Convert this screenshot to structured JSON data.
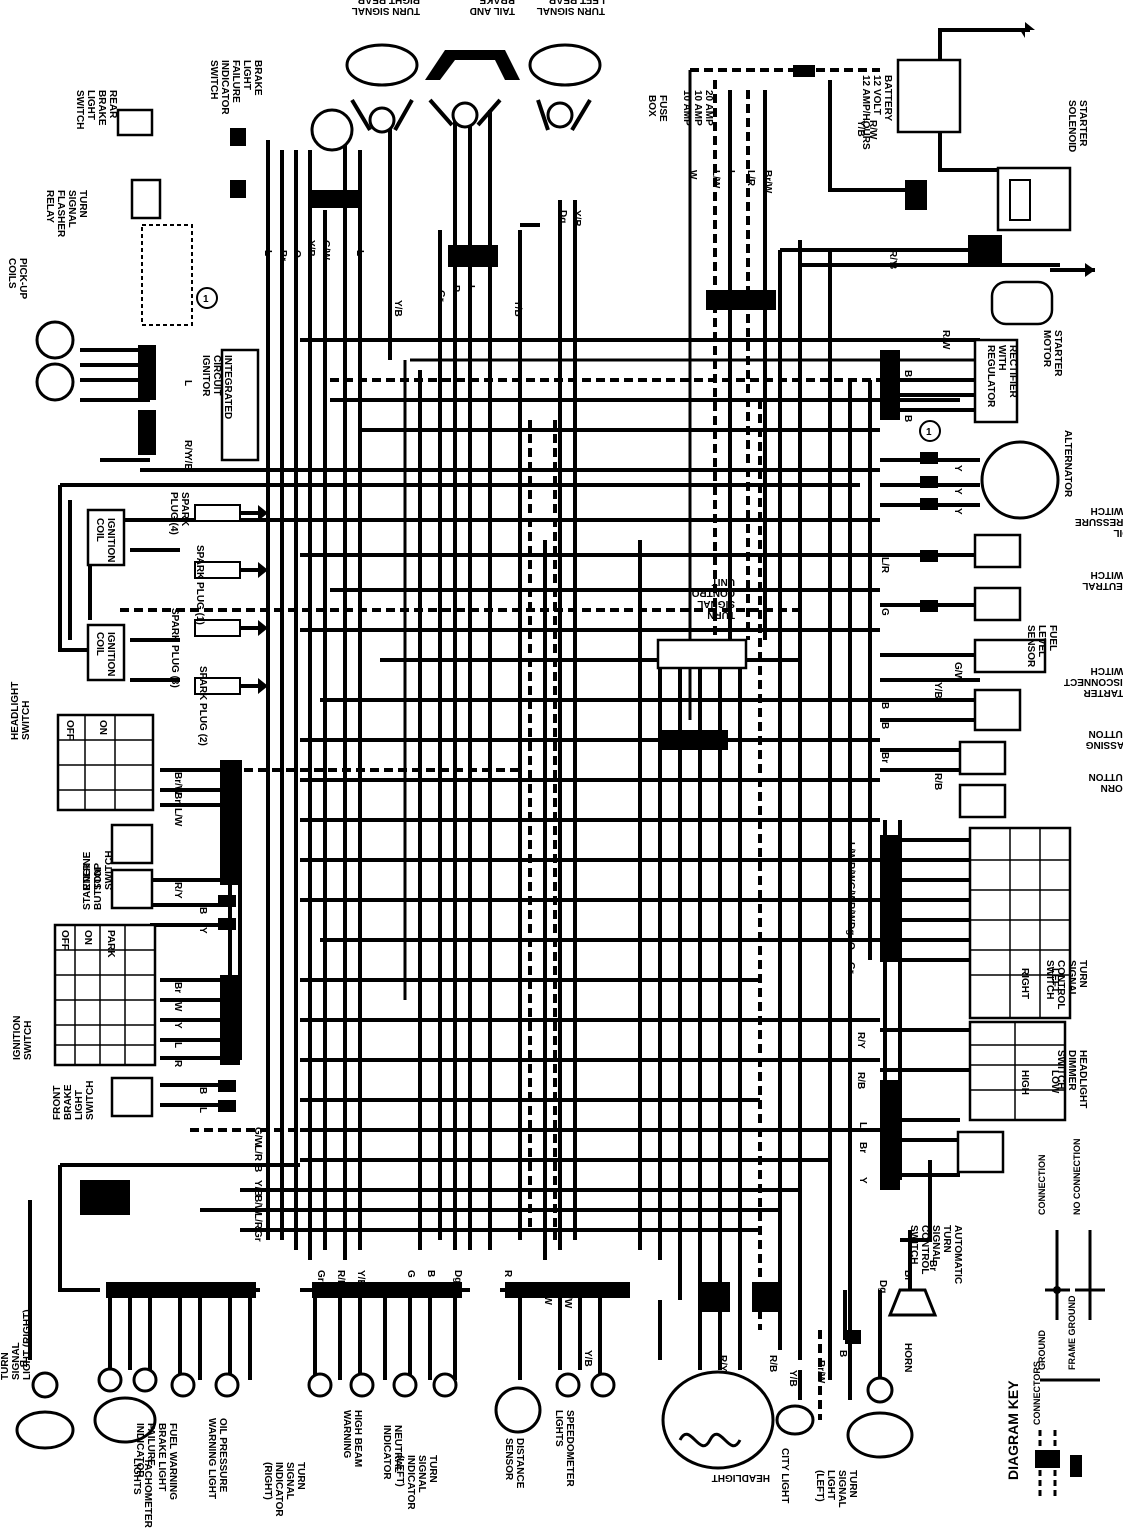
{
  "diagram": {
    "top_components": [
      {
        "id": "turn_signal_right_rear",
        "lines": [
          "TURN SIGNAL",
          "RIGHT REAR"
        ]
      },
      {
        "id": "tail_brake_light",
        "lines": [
          "TAIL AND",
          "BRAKE",
          "LIGHT"
        ]
      },
      {
        "id": "turn_signal_left_rear",
        "lines": [
          "TURN SIGNAL",
          "LEFT REAR"
        ]
      },
      {
        "id": "brake_failure_switch",
        "lines": [
          "BRAKE",
          "LIGHT",
          "FAILURE",
          "INDICATOR",
          "SWITCH"
        ]
      },
      {
        "id": "rear_brake_switch",
        "lines": [
          "REAR",
          "BRAKE",
          "LIGHT",
          "SWITCH"
        ]
      },
      {
        "id": "flasher_relay",
        "lines": [
          "TURN",
          "SIGNAL",
          "FLASHER",
          "RELAY"
        ]
      },
      {
        "id": "fuse_box",
        "lines": [
          "FUSE",
          "BOX"
        ]
      },
      {
        "id": "fuse_ratings",
        "lines": [
          "20 AMP",
          "10 AMP",
          "10 AMP"
        ]
      },
      {
        "id": "battery",
        "lines": [
          "BATTERY",
          "12 VOLT",
          "12 AMP/HOURS"
        ]
      },
      {
        "id": "starter_solenoid",
        "lines": [
          "STARTER",
          "SOLENOID"
        ]
      },
      {
        "id": "starter_motor",
        "lines": [
          "STARTER",
          "MOTOR"
        ]
      }
    ],
    "left_components": [
      {
        "id": "pickup_coils",
        "lines": [
          "PICK-UP",
          "COILS"
        ]
      },
      {
        "id": "ic_ignitor",
        "lines": [
          "INTEGRATED",
          "CIRCUIT",
          "IGNITOR"
        ]
      },
      {
        "id": "ignition_coil_1",
        "lines": [
          "IGNITION",
          "COIL"
        ]
      },
      {
        "id": "ignition_coil_2",
        "lines": [
          "IGNITION",
          "COIL"
        ]
      },
      {
        "id": "spark_plug_4",
        "lines": [
          "SPARK",
          "PLUG (4)"
        ]
      },
      {
        "id": "spark_plug_1",
        "lines": [
          "SPARK PLUG (1)"
        ]
      },
      {
        "id": "spark_plug_3",
        "lines": [
          "SPARK PLUG (3)"
        ]
      },
      {
        "id": "spark_plug_2",
        "lines": [
          "SPARK PLUG (2)"
        ]
      },
      {
        "id": "headlight_switch",
        "lines": [
          "HEADLIGHT",
          "SWITCH"
        ]
      },
      {
        "id": "engine_stop_switch",
        "lines": [
          "ENGINE",
          "STOP",
          "SWITCH"
        ]
      },
      {
        "id": "starter_button",
        "lines": [
          "STARTER",
          "BUTTON"
        ]
      },
      {
        "id": "ignition_switch",
        "lines": [
          "IGNITION",
          "SWITCH"
        ]
      },
      {
        "id": "front_brake_switch",
        "lines": [
          "FRONT",
          "BRAKE",
          "LIGHT",
          "SWITCH"
        ]
      },
      {
        "id": "turn_signal_right",
        "lines": [
          "TURN",
          "SIGNAL",
          "LIGHT (RIGHT)"
        ]
      }
    ],
    "right_components": [
      {
        "id": "rectifier",
        "lines": [
          "RECTIFIER",
          "WITH",
          "REGULATOR"
        ]
      },
      {
        "id": "alternator",
        "lines": [
          "ALTERNATOR"
        ]
      },
      {
        "id": "oil_pressure_switch",
        "lines": [
          "OIL",
          "PRESSURE",
          "SWITCH"
        ]
      },
      {
        "id": "neutral_switch",
        "lines": [
          "NEUTRAL",
          "SWITCH"
        ]
      },
      {
        "id": "fuel_level_sensor",
        "lines": [
          "FUEL",
          "LEVEL",
          "SENSOR"
        ]
      },
      {
        "id": "starter_disconnect",
        "lines": [
          "STARTER",
          "DISCONNECT",
          "SWITCH"
        ]
      },
      {
        "id": "passing_button",
        "lines": [
          "PASSING",
          "BUTTON"
        ]
      },
      {
        "id": "horn_button",
        "lines": [
          "HORN",
          "BUTTON"
        ]
      },
      {
        "id": "turn_signal_control_switch",
        "lines": [
          "TURN",
          "SIGNAL",
          "CONTROL",
          "SWITCH"
        ]
      },
      {
        "id": "headlight_dimmer",
        "lines": [
          "HEADLIGHT",
          "DIMMER",
          "SWITCH"
        ]
      },
      {
        "id": "auto_turn_signal",
        "lines": [
          "AUTOMATIC",
          "TURN",
          "SIGNAL",
          "CONTROL",
          "SWITCH"
        ]
      },
      {
        "id": "turn_signal_control_unit",
        "lines": [
          "TURN",
          "SIGNAL",
          "CONTROL",
          "UNIT"
        ]
      }
    ],
    "bottom_components": [
      {
        "id": "tachometer_lights",
        "lines": [
          "TACHOMETER",
          "LIGHTS"
        ]
      },
      {
        "id": "fuel_warning",
        "lines": [
          "FUEL WARNING",
          "BRAKE LIGHT",
          "FAILURE",
          "INDICATOR"
        ]
      },
      {
        "id": "oil_pressure_warning",
        "lines": [
          "OIL PRESSURE",
          "WARNING LIGHT"
        ]
      },
      {
        "id": "turn_indicator_right",
        "lines": [
          "TURN",
          "SIGNAL",
          "INDICATOR",
          "(RIGHT)"
        ]
      },
      {
        "id": "high_beam_warning",
        "lines": [
          "HIGH BEAM",
          "WARNING"
        ]
      },
      {
        "id": "neutral_indicator",
        "lines": [
          "NEUTRAL",
          "INDICATOR"
        ]
      },
      {
        "id": "turn_indicator_left",
        "lines": [
          "TURN",
          "SIGNAL",
          "INDICATOR",
          "(LEFT)"
        ]
      },
      {
        "id": "distance_sensor",
        "lines": [
          "DISTANCE",
          "SENSOR"
        ]
      },
      {
        "id": "speedometer_lights",
        "lines": [
          "SPEEDOMETER",
          "LIGHTS"
        ]
      },
      {
        "id": "headlight",
        "lines": [
          "HEADLIGHT"
        ]
      },
      {
        "id": "city_light",
        "lines": [
          "CITY LIGHT"
        ]
      },
      {
        "id": "turn_signal_left",
        "lines": [
          "TURN",
          "SIGNAL",
          "LIGHT",
          "(LEFT)"
        ]
      },
      {
        "id": "horn",
        "lines": [
          "HORN"
        ]
      }
    ],
    "switch_positions": {
      "headlight": [
        "OFF",
        "ON"
      ],
      "ignition": [
        "OFF",
        "ON",
        "PARK"
      ],
      "turn_signal": [
        "RIGHT",
        "LEFT"
      ],
      "dimmer": [
        "HIGH",
        "LOW"
      ]
    },
    "wire_codes": {
      "top": [
        "L",
        "Br",
        "O",
        "Y/B",
        "G/W",
        "L",
        "Y/B",
        "Gr",
        "R",
        "L",
        "Y/B",
        "Dg",
        "Y/B",
        "W",
        "L/W",
        "L",
        "L/R",
        "Br/W",
        "Y/B",
        "R/W",
        "R/Y",
        "B",
        "R/W"
      ],
      "ignitor": [
        "L",
        "R/Y",
        "Y/B"
      ],
      "rectifier": [
        "Br",
        "B",
        "Y",
        "Y",
        "Y"
      ],
      "right_side": [
        "L/R",
        "G",
        "G/W",
        "Y/B",
        "B",
        "B",
        "Br",
        "R/B",
        "L/W",
        "R/W",
        "G/W",
        "R/W",
        "Dg",
        "O",
        "Gr",
        "R/Y",
        "R/B",
        "L",
        "Br",
        "Y"
      ],
      "left_side": [
        "Br/W",
        "Br",
        "L/W",
        "R/Y",
        "B",
        "Y",
        "Br",
        "W",
        "Y",
        "L",
        "R",
        "B",
        "L",
        "G/W",
        "L/R",
        "B",
        "Y/B",
        "B/W",
        "L/R",
        "Gr"
      ],
      "bottom": [
        "B",
        "Gr",
        "R/B",
        "Y/B",
        "G",
        "B",
        "Dg",
        "R",
        "G/W",
        "Br/W",
        "Y/B",
        "R/Y",
        "R/B",
        "Y/B",
        "Br/W",
        "Br",
        "Dg",
        "Br",
        "B"
      ]
    },
    "key": {
      "title": "DIAGRAM KEY",
      "items": [
        "CONNECTION",
        "NO CONNECTION",
        "GROUND",
        "FRAME GROUND",
        "CONNECTORS"
      ]
    },
    "callouts": [
      "1",
      "1"
    ]
  }
}
